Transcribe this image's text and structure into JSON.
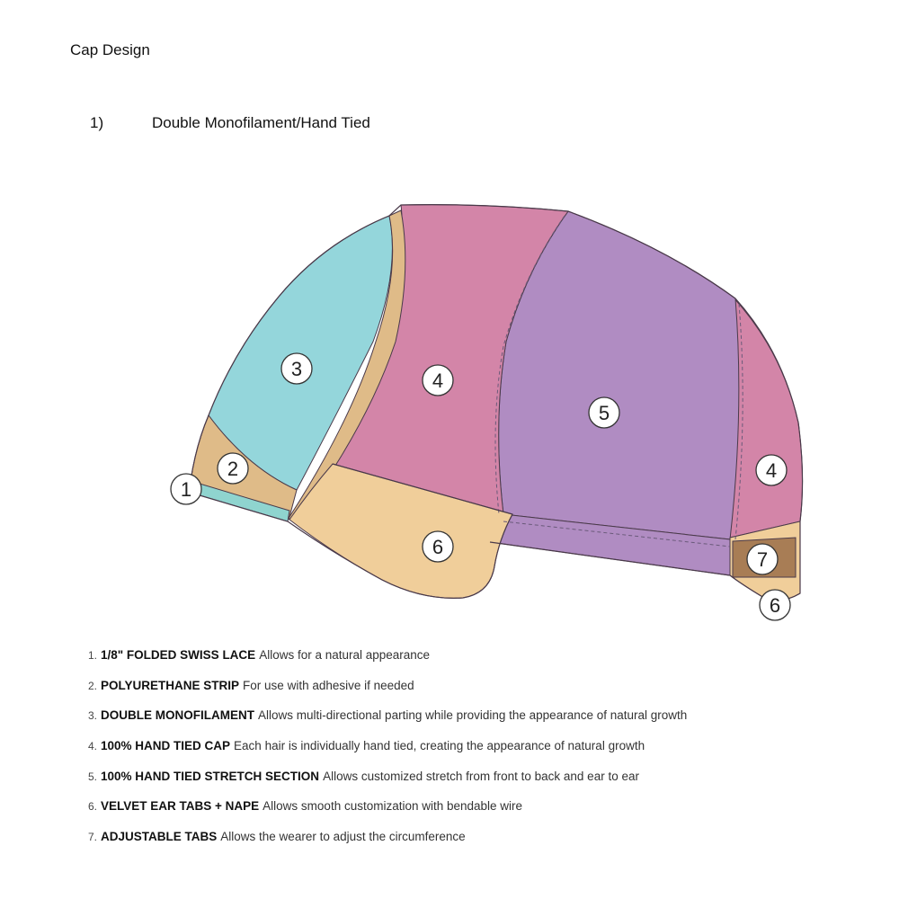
{
  "document": {
    "title": "Cap Design",
    "section_number": "1)",
    "section_title": "Double Monofilament/Hand Tied"
  },
  "colors": {
    "lace": "#8fd4cf",
    "poly_strip": "#dfbb88",
    "double_mono": "#94d6db",
    "hand_tied": "#d385a8",
    "stretch": "#b08cc2",
    "velvet": "#f0ce9a",
    "adjustable": "#a87d55",
    "outline": "#4a3a4a"
  },
  "callouts": [
    {
      "id": "1",
      "label": "1"
    },
    {
      "id": "2",
      "label": "2"
    },
    {
      "id": "3",
      "label": "3"
    },
    {
      "id": "4a",
      "label": "4"
    },
    {
      "id": "5",
      "label": "5"
    },
    {
      "id": "4b",
      "label": "4"
    },
    {
      "id": "6a",
      "label": "6"
    },
    {
      "id": "7",
      "label": "7"
    },
    {
      "id": "6b",
      "label": "6"
    }
  ],
  "legend": [
    {
      "num": "1.",
      "name": "1/8\" FOLDED SWISS LACE",
      "desc": "Allows for a natural appearance"
    },
    {
      "num": "2.",
      "name": "POLYURETHANE STRIP",
      "desc": "For use with adhesive if needed"
    },
    {
      "num": "3.",
      "name": "DOUBLE MONOFILAMENT",
      "desc": "Allows multi-directional parting while providing the appearance of natural growth"
    },
    {
      "num": "4.",
      "name": "100% HAND TIED CAP",
      "desc": "Each hair is individually hand tied, creating the appearance of natural growth"
    },
    {
      "num": "5.",
      "name": "100% HAND TIED STRETCH SECTION",
      "desc": "Allows customized stretch from front to back and ear to ear"
    },
    {
      "num": "6.",
      "name": "VELVET EAR TABS + NAPE",
      "desc": "Allows smooth customization with bendable wire"
    },
    {
      "num": "7.",
      "name": "ADJUSTABLE TABS",
      "desc": "Allows the wearer to adjust the circumference"
    }
  ]
}
